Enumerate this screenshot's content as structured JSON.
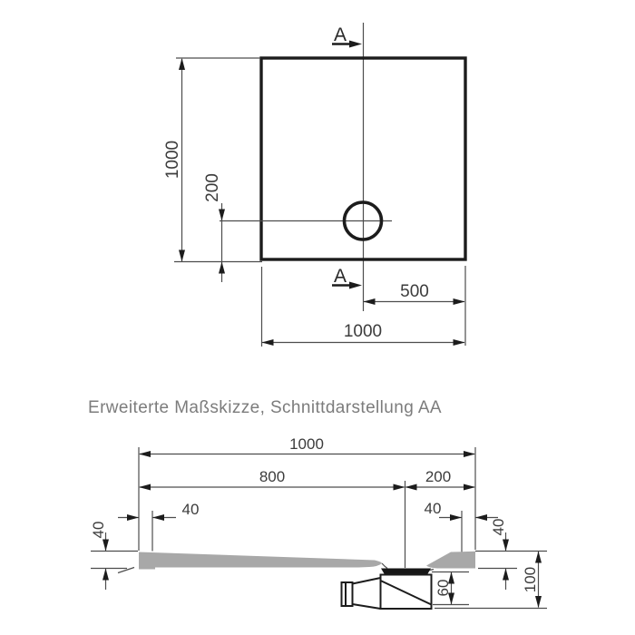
{
  "plan": {
    "section_mark_top": "A",
    "section_mark_bottom": "A",
    "dims": {
      "height": "1000",
      "drain_from_bottom": "200",
      "drain_from_right": "500",
      "width": "1000"
    }
  },
  "section": {
    "heading": "Erweiterte Maßskizze, Schnittdarstellung AA",
    "dims": {
      "total_width": "1000",
      "drain_left": "800",
      "drain_right": "200",
      "rim_flat_left": "40",
      "rim_flat_right": "40",
      "rim_height_left": "40",
      "rim_height_right": "40",
      "trap_height": "60",
      "total_height": "100"
    }
  },
  "colors": {
    "tray_fill": "#a8a8a8",
    "line": "#1c1c1c",
    "thin_line": "#4d4d4d",
    "heading_text": "#7c7c7c",
    "dim_text": "#3c3c3c",
    "background": "#ffffff"
  }
}
